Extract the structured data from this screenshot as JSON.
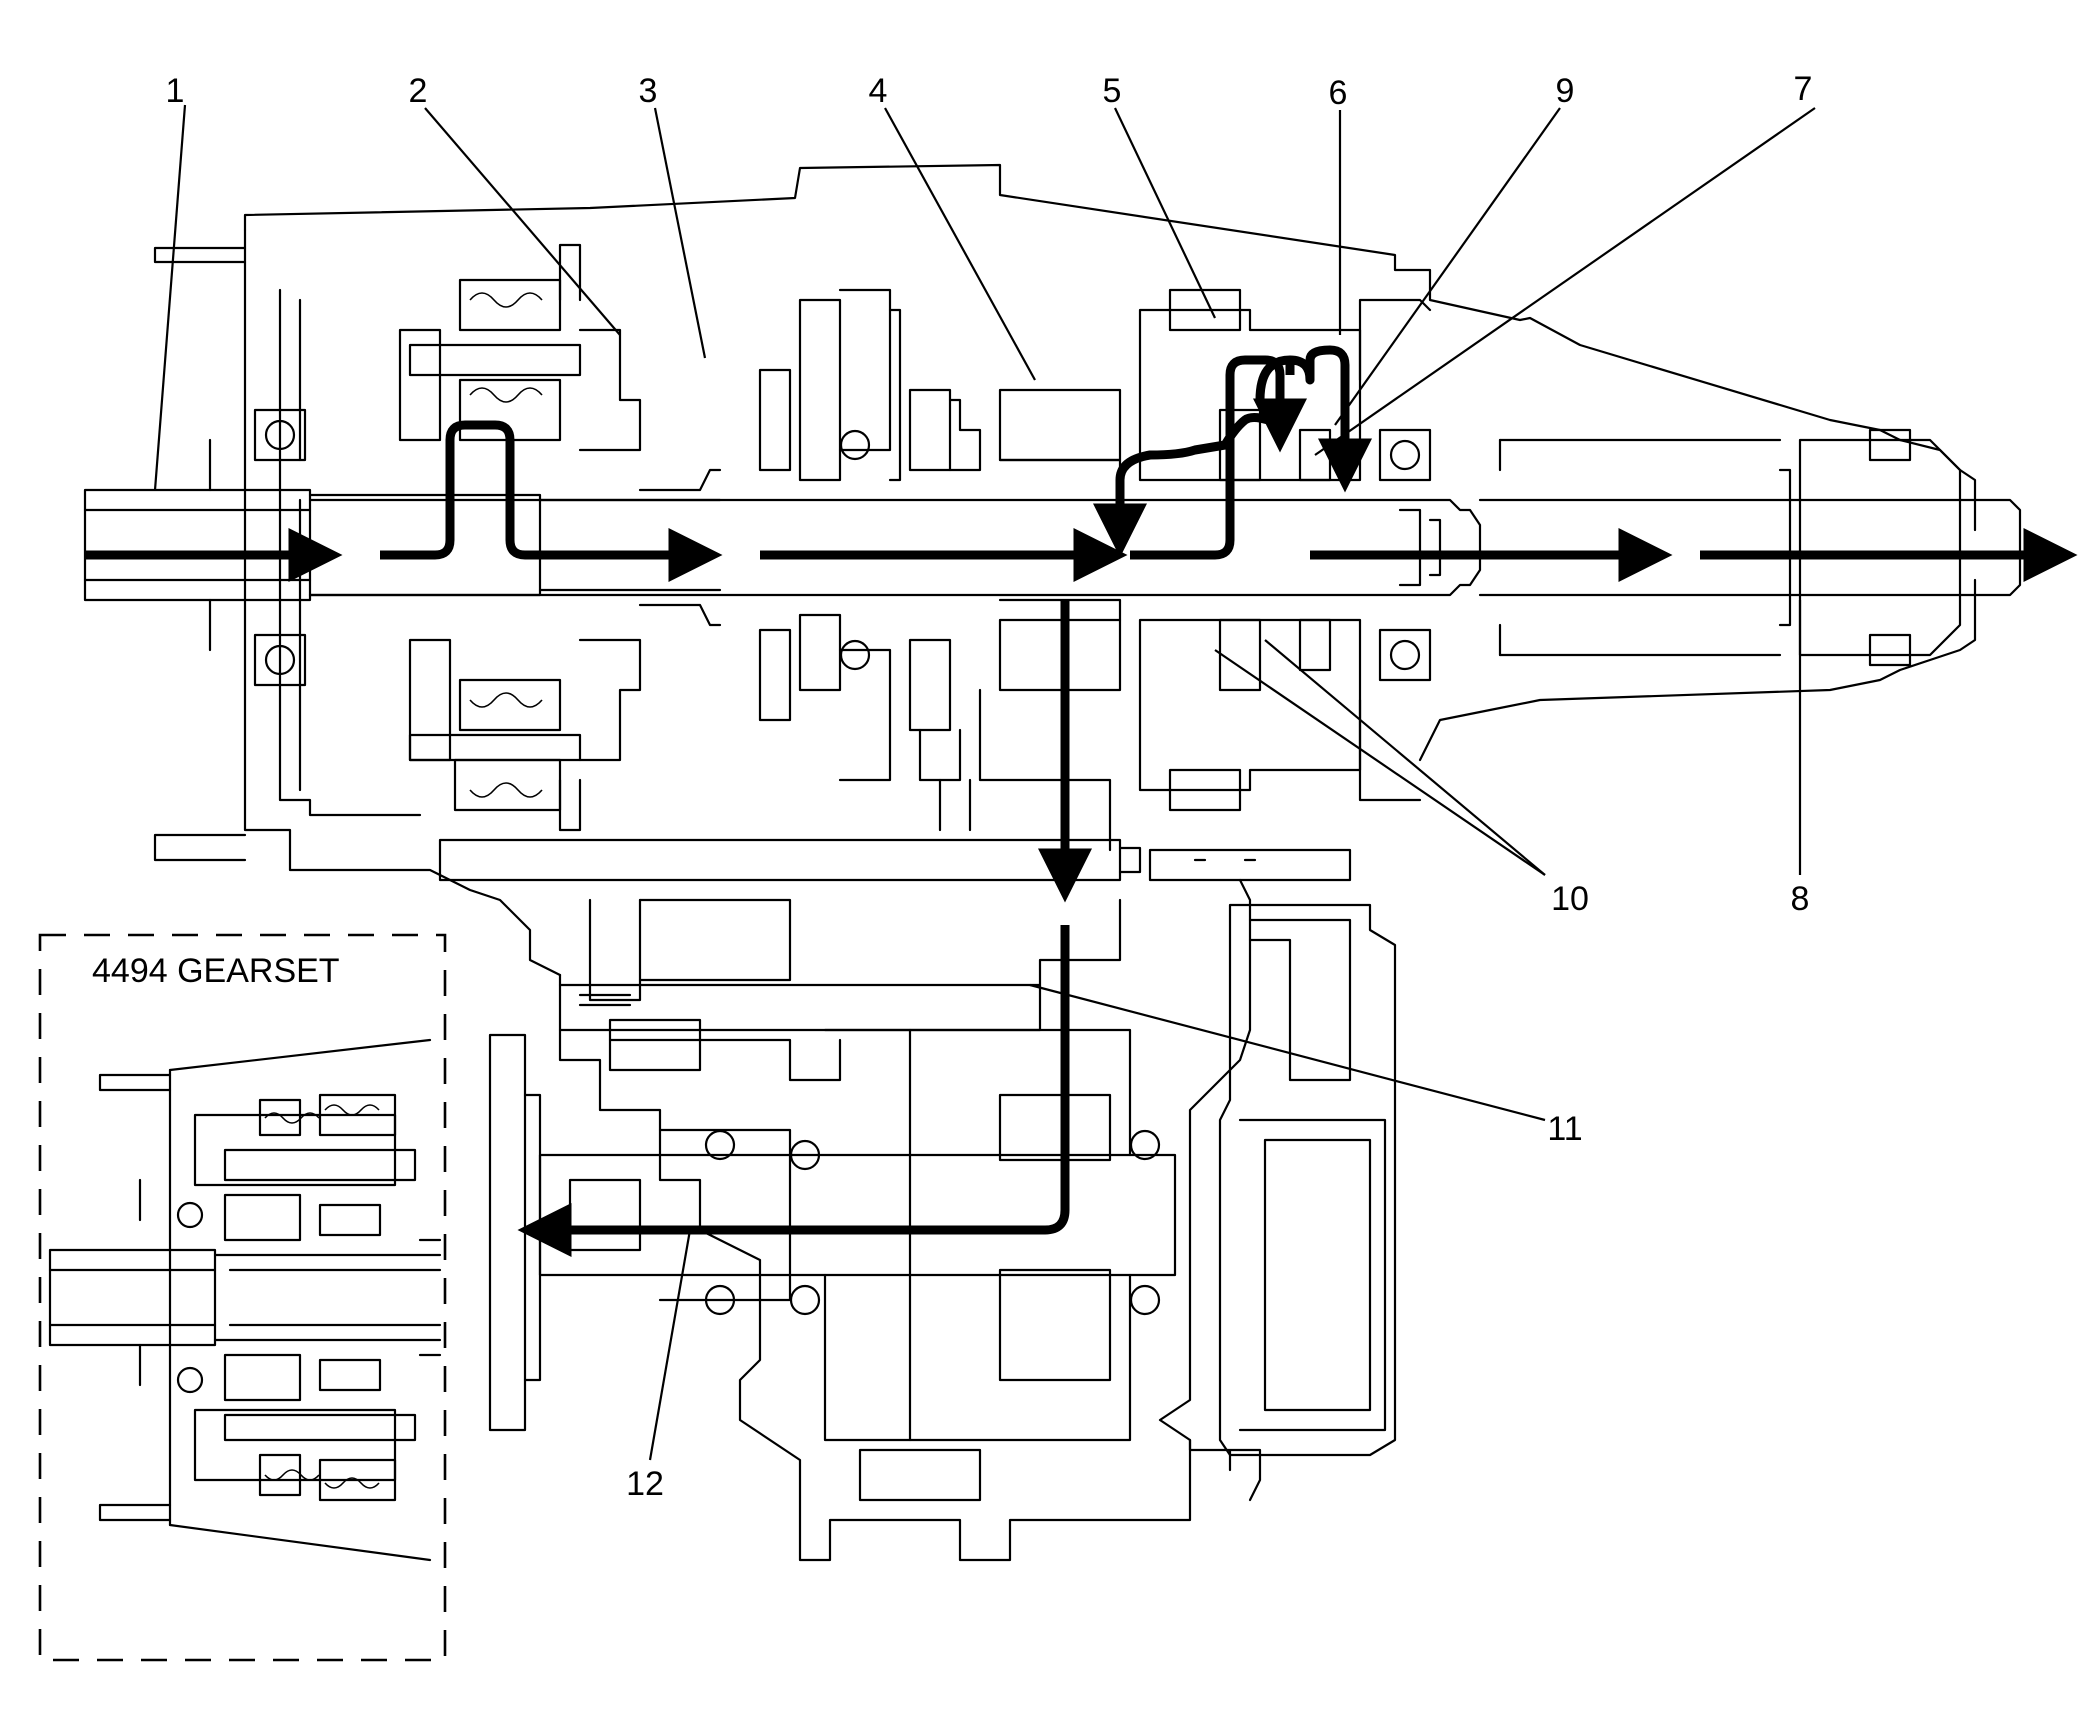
{
  "callouts": [
    {
      "id": "1",
      "text": "1"
    },
    {
      "id": "2",
      "text": "2"
    },
    {
      "id": "3",
      "text": "3"
    },
    {
      "id": "4",
      "text": "4"
    },
    {
      "id": "5",
      "text": "5"
    },
    {
      "id": "6",
      "text": "6"
    },
    {
      "id": "9",
      "text": "9"
    },
    {
      "id": "7",
      "text": "7"
    },
    {
      "id": "10",
      "text": "10"
    },
    {
      "id": "8",
      "text": "8"
    },
    {
      "id": "11",
      "text": "11"
    },
    {
      "id": "12",
      "text": "12"
    }
  ],
  "inset": {
    "title": "4494 GEARSET"
  },
  "colors": {
    "line": "#000000",
    "background": "#ffffff"
  }
}
